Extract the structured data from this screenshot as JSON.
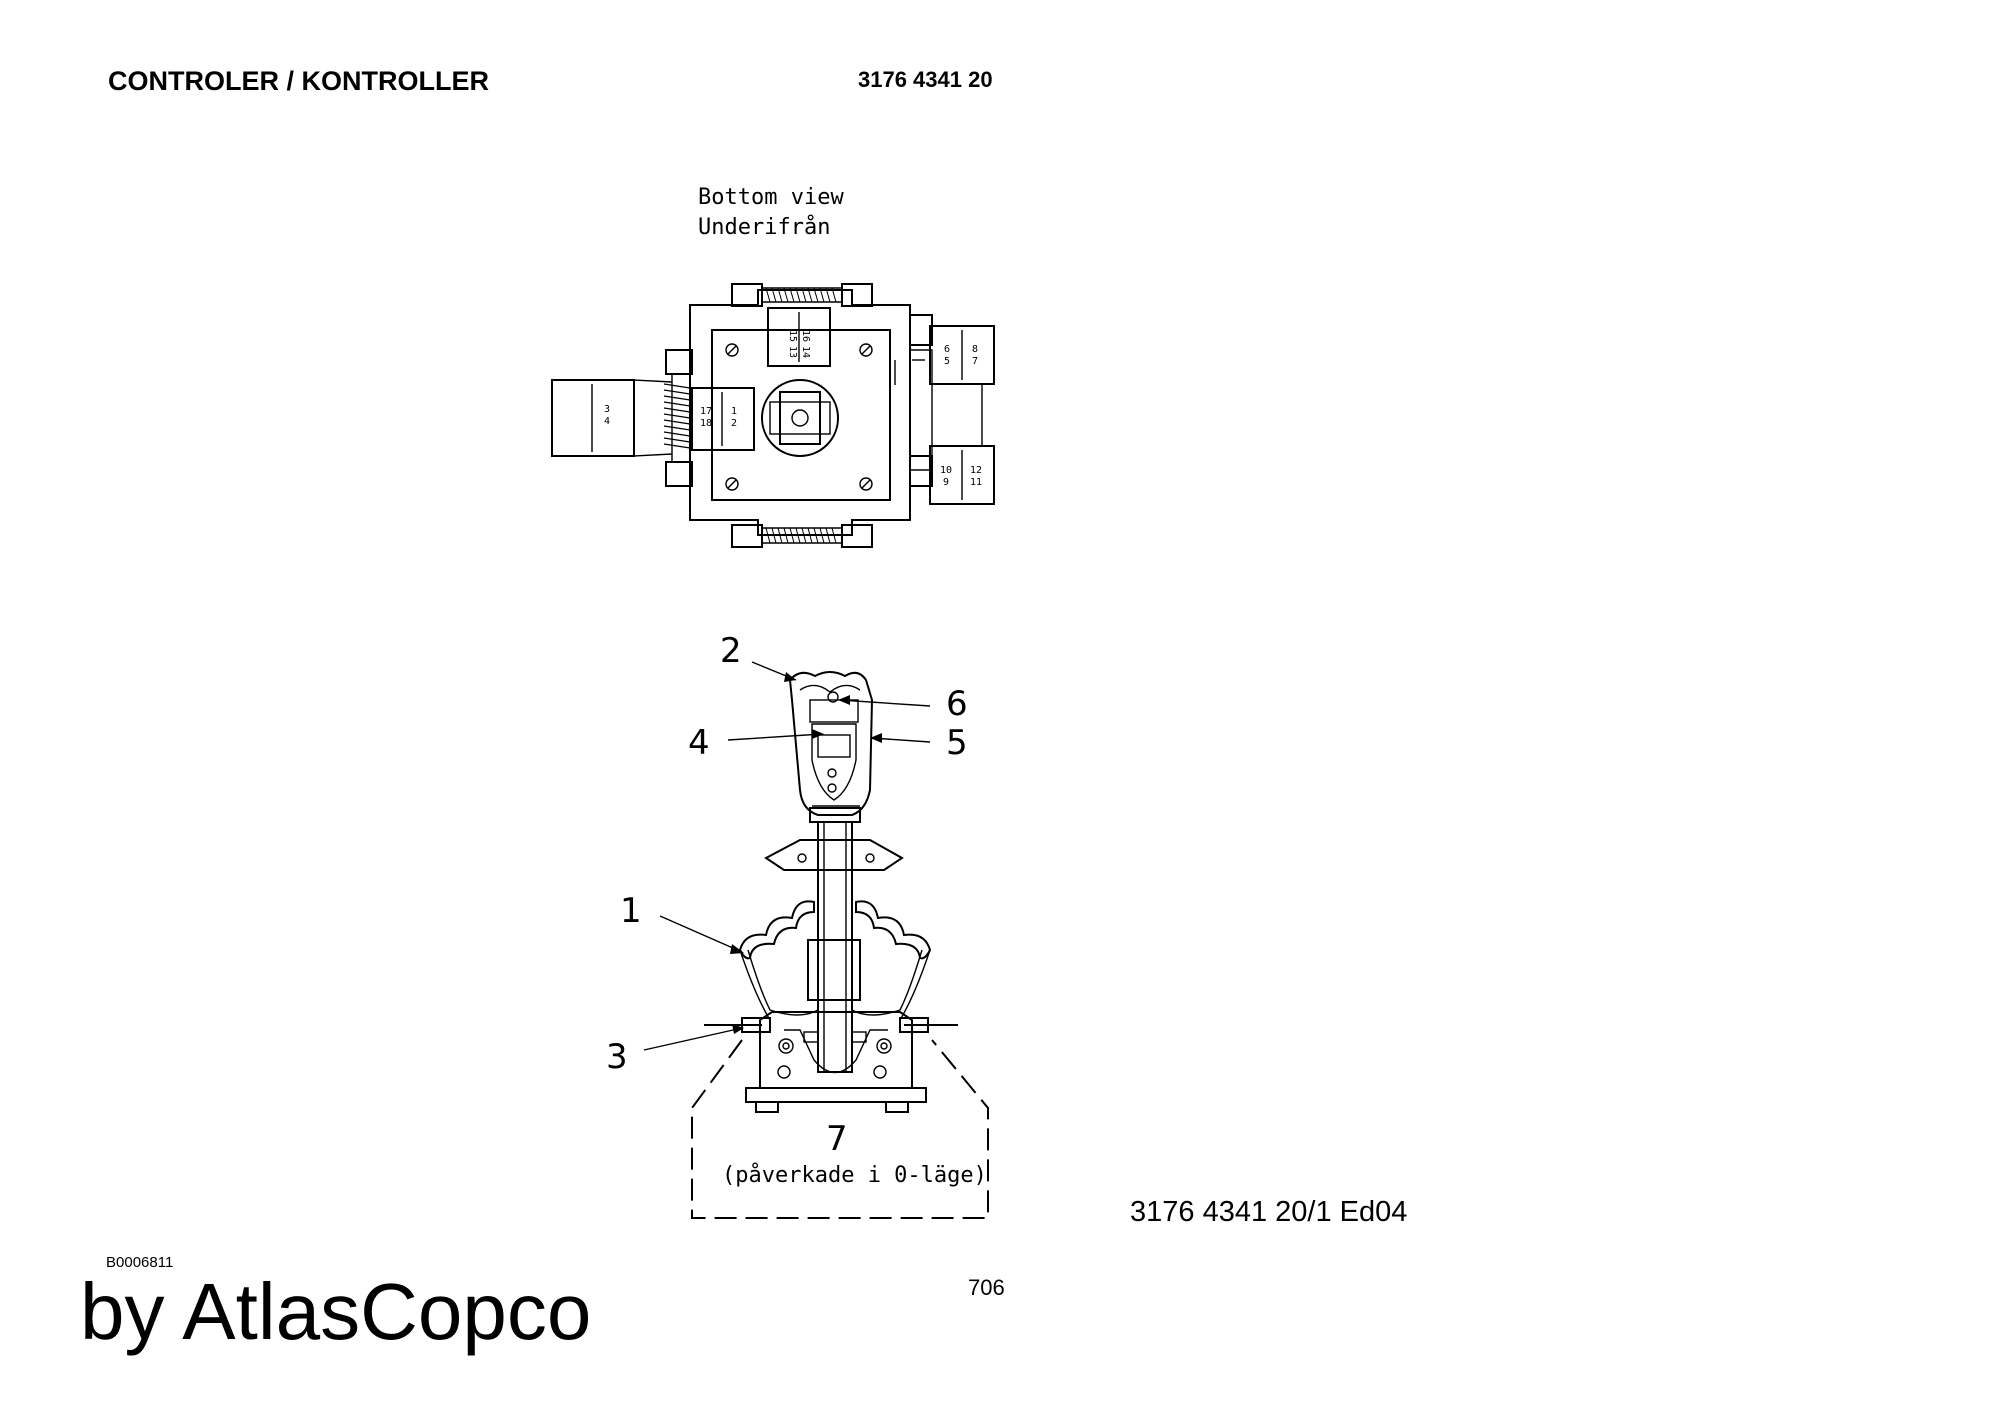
{
  "header": {
    "title": "CONTROLER / KONTROLLER",
    "part_number": "3176 4341 20"
  },
  "diagram": {
    "view_label_en": "Bottom view",
    "view_label_sv": "Underifrån",
    "pins": {
      "top_a": "15",
      "top_b": "16",
      "top_c": "13",
      "top_d": "14",
      "right_top_a": "6",
      "right_top_b": "5",
      "right_top_c": "8",
      "right_top_d": "7",
      "right_bot_a": "10",
      "right_bot_b": "9",
      "right_bot_c": "12",
      "right_bot_d": "11",
      "left_a": "17",
      "left_b": "18",
      "left_c": "1",
      "left_d": "2",
      "ext_a": "3",
      "ext_b": "4"
    },
    "callouts": {
      "c1": "1",
      "c2": "2",
      "c3": "3",
      "c4": "4",
      "c5": "5",
      "c6": "6",
      "c7": "7"
    },
    "note": "(påverkade i 0-läge)"
  },
  "footer": {
    "reference": "3176 4341 20/1  Ed04",
    "code": "B0006811",
    "page": "706",
    "brand": "by AtlasCopco"
  }
}
